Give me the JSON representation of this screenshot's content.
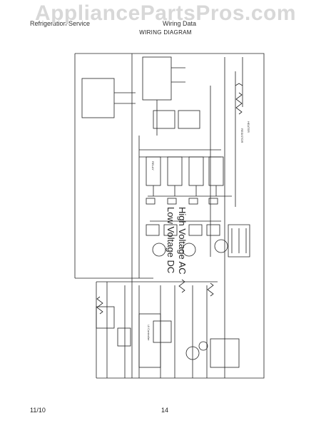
{
  "watermark": "AppliancePartsPros.com",
  "header": {
    "left": "Refrigeration Service",
    "right": "Wiring Data"
  },
  "page_title": "WIRING DIAGRAM",
  "diagram": {
    "label_high_voltage": "High Voltage AC",
    "label_low_voltage": "Low Voltage DC",
    "relay_label": "RELAY",
    "heater_label": "HEATER",
    "resistor_label": "RESISTOR",
    "ui_module_label": "UI Controller"
  },
  "footer": {
    "date": "11/10",
    "page": "14"
  }
}
